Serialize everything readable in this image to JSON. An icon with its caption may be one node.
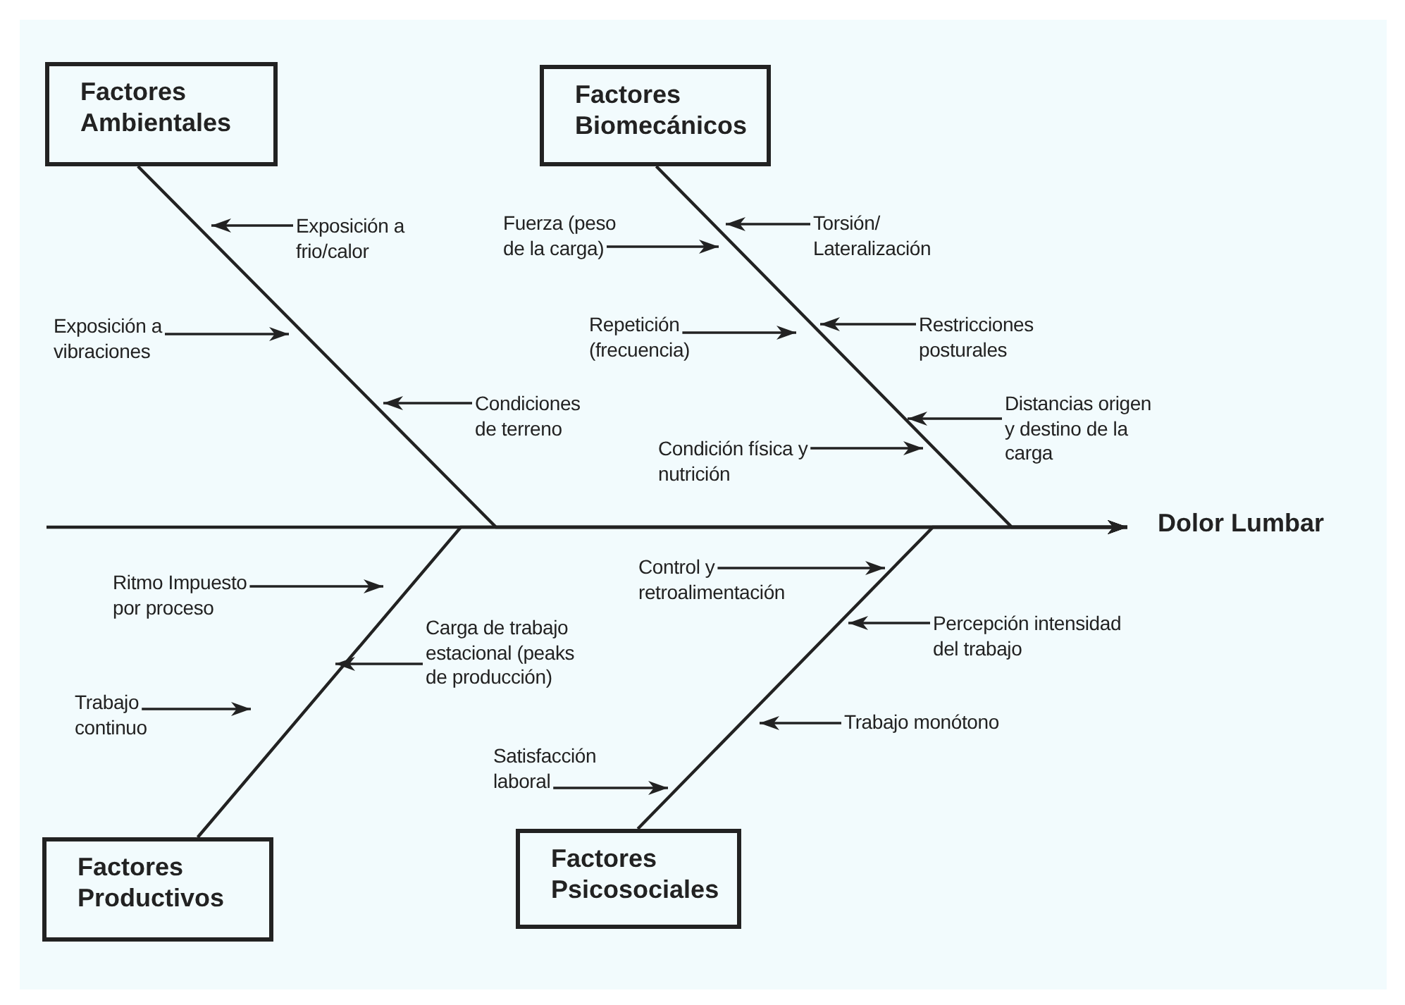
{
  "diagram": {
    "nodes": [
      {
        "text": [
          "Factores Ambientales"
        ]
      },
      {
        "text": [
          "Factores Biomecánicos"
        ]
      },
      {
        "text": [
          "Dolor Lumbar"
        ]
      },
      {
        "text": [
          "Factores Productivos"
        ]
      },
      {
        "text": [
          "Factores Psicosociales"
        ]
      },
      {
        "text": [
          "Exposición a frio/calor"
        ]
      },
      {
        "text": [
          "Exposición a vibraciones"
        ]
      },
      {
        "text": [
          "Condiciones de terreno"
        ]
      },
      {
        "text": [
          "Fuerza (peso de la carga)"
        ]
      },
      {
        "text": [
          "Torsión/ Lateralización"
        ]
      },
      {
        "text": [
          "Repetición (frecuencia)"
        ]
      },
      {
        "text": [
          "Restricciones posturales"
        ]
      },
      {
        "text": [
          "Distancias origen y destino de la carga"
        ]
      },
      {
        "text": [
          "Condición física y nutrición"
        ]
      },
      {
        "text": [
          "Ritmo Impuesto por proceso"
        ]
      },
      {
        "text": [
          "Carga de trabajo estacional (peaks de producción)"
        ]
      },
      {
        "text": [
          "Trabajo continuo"
        ]
      },
      {
        "text": [
          "Control y retroalimentación"
        ]
      },
      {
        "text": [
          "Percepción intensidad del trabajo"
        ]
      },
      {
        "text": [
          "Trabajo monótono"
        ]
      },
      {
        "text": [
          "Satisfacción laboral"
        ]
      }
    ],
    "edges": [
      {
        "from": null,
        "to": 2,
        "arrow": "to"
      },
      {
        "from": 0,
        "to": 2,
        "arrow": "to"
      },
      {
        "from": 1,
        "to": 2,
        "arrow": "to"
      },
      {
        "from": 3,
        "to": 2,
        "arrow": "to"
      },
      {
        "from": 4,
        "to": 2,
        "arrow": "to"
      },
      {
        "from": 5,
        "to": null,
        "arrow": "to"
      },
      {
        "from": 6,
        "to": null,
        "arrow": "to"
      },
      {
        "from": 7,
        "to": null,
        "arrow": "to"
      },
      {
        "from": 8,
        "to": null,
        "arrow": "to"
      },
      {
        "from": 9,
        "to": null,
        "arrow": "to"
      },
      {
        "from": 10,
        "to": null,
        "arrow": "to"
      },
      {
        "from": 11,
        "to": null,
        "arrow": "to"
      },
      {
        "from": 12,
        "to": null,
        "arrow": "to"
      },
      {
        "from": 13,
        "to": null,
        "arrow": "to"
      },
      {
        "from": 14,
        "to": null,
        "arrow": "to"
      },
      {
        "from": 15,
        "to": null,
        "arrow": "to"
      },
      {
        "from": 16,
        "to": null,
        "arrow": "to"
      },
      {
        "from": 17,
        "to": null,
        "arrow": "to"
      },
      {
        "from": 18,
        "to": null,
        "arrow": "to"
      },
      {
        "from": 19,
        "to": null,
        "arrow": "to"
      },
      {
        "from": 20,
        "to": null,
        "arrow": "to"
      }
    ]
  }
}
